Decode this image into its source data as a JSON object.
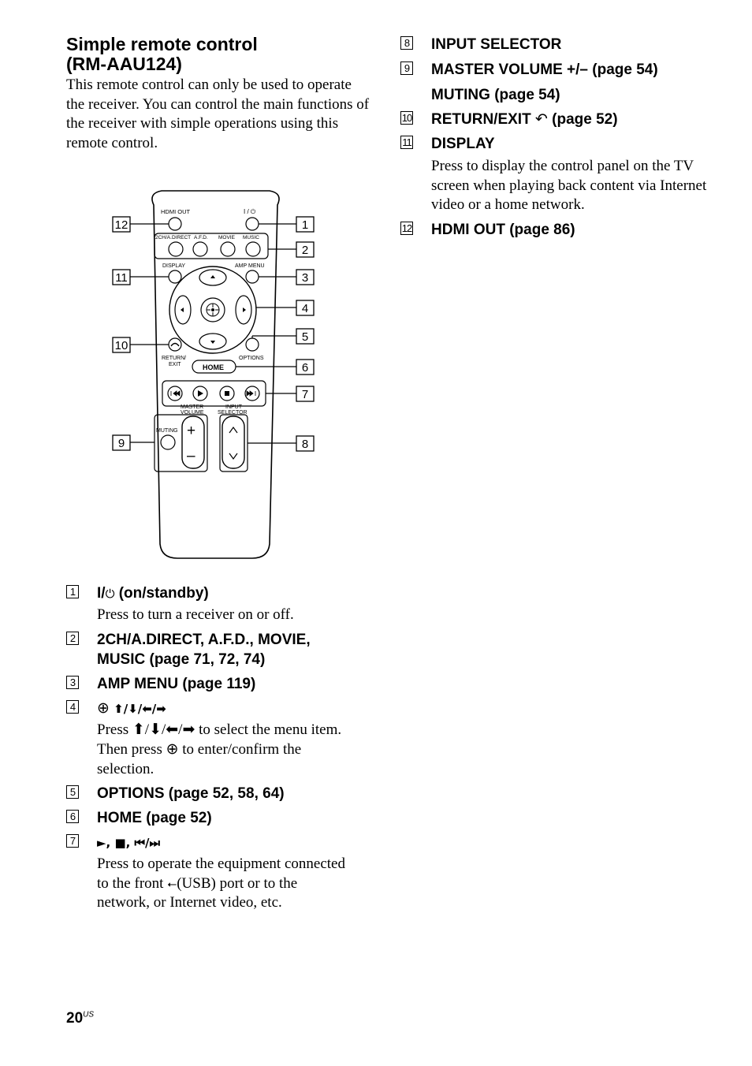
{
  "section": {
    "title_line1": "Simple remote control",
    "title_line2": "(RM-AAU124)",
    "intro": "This remote control can only be used to operate the receiver. You can control the main functions of the receiver with simple operations using this remote control."
  },
  "remote_labels": {
    "hdmi_out": "HDMI OUT",
    "power": "I / ⏻",
    "twoch": "2CH/A.DIRECT",
    "afd": "A.F.D.",
    "movie": "MOVIE",
    "music": "MUSIC",
    "display": "DISPLAY",
    "amp_menu": "AMP MENU",
    "return_l1": "RETURN/",
    "return_l2": "EXIT",
    "options": "OPTIONS",
    "home": "HOME",
    "master_l1": "MASTER",
    "master_l2": "VOLUME",
    "input_l1": "INPUT",
    "input_l2": "SELECTOR",
    "muting": "MUTING",
    "plus": "+",
    "minus": "–"
  },
  "callouts": {
    "c1": "1",
    "c2": "2",
    "c3": "3",
    "c4": "4",
    "c5": "5",
    "c6": "6",
    "c7": "7",
    "c8": "8",
    "c9": "9",
    "c10": "10",
    "c11": "11",
    "c12": "12"
  },
  "items": {
    "i1": {
      "num": "1",
      "head": " (on/standby)",
      "head_prefix": "I/",
      "desc": "Press to turn a receiver on or off."
    },
    "i2": {
      "num": "2",
      "head_l1": "2CH/A.DIRECT, A.F.D., MOVIE,",
      "head_l2": "MUSIC (page 71, 72, 74)"
    },
    "i3": {
      "num": "3",
      "head": "AMP MENU (page 119)"
    },
    "i4": {
      "num": "4",
      "head": " ⬆/⬇/⬅/➡",
      "desc_l1": "Press ⬆/⬇/⬅/➡ to select the menu item.",
      "desc_l2_a": "Then press ",
      "desc_l2_b": " to enter/confirm the",
      "desc_l3": "selection."
    },
    "i5": {
      "num": "5",
      "head": "OPTIONS (page 52, 58, 64)"
    },
    "i6": {
      "num": "6",
      "head": "HOME (page 52)"
    },
    "i7": {
      "num": "7",
      "head": "►, ■, ⏮/⏭",
      "desc_l1": "Press to operate the equipment connected",
      "desc_l2_a": "to the front ",
      "desc_l2_b": "(USB) port or to the",
      "desc_l3": "network, or Internet video, etc."
    },
    "i8": {
      "num": "8",
      "head": "INPUT SELECTOR"
    },
    "i9": {
      "num": "9",
      "head": "MASTER VOLUME +/– (page 54)",
      "head2": "MUTING (page 54)"
    },
    "i10": {
      "num": "10",
      "head_a": "RETURN/EXIT ",
      "head_icon": "↶",
      "head_b": " (page 52)"
    },
    "i11": {
      "num": "11",
      "head": "DISPLAY",
      "desc": "Press to display the control panel on the TV screen when playing back content via Internet video or a home network."
    },
    "i12": {
      "num": "12",
      "head": "HDMI OUT (page 86)"
    }
  },
  "footer": {
    "page": "20",
    "suffix": "US"
  }
}
